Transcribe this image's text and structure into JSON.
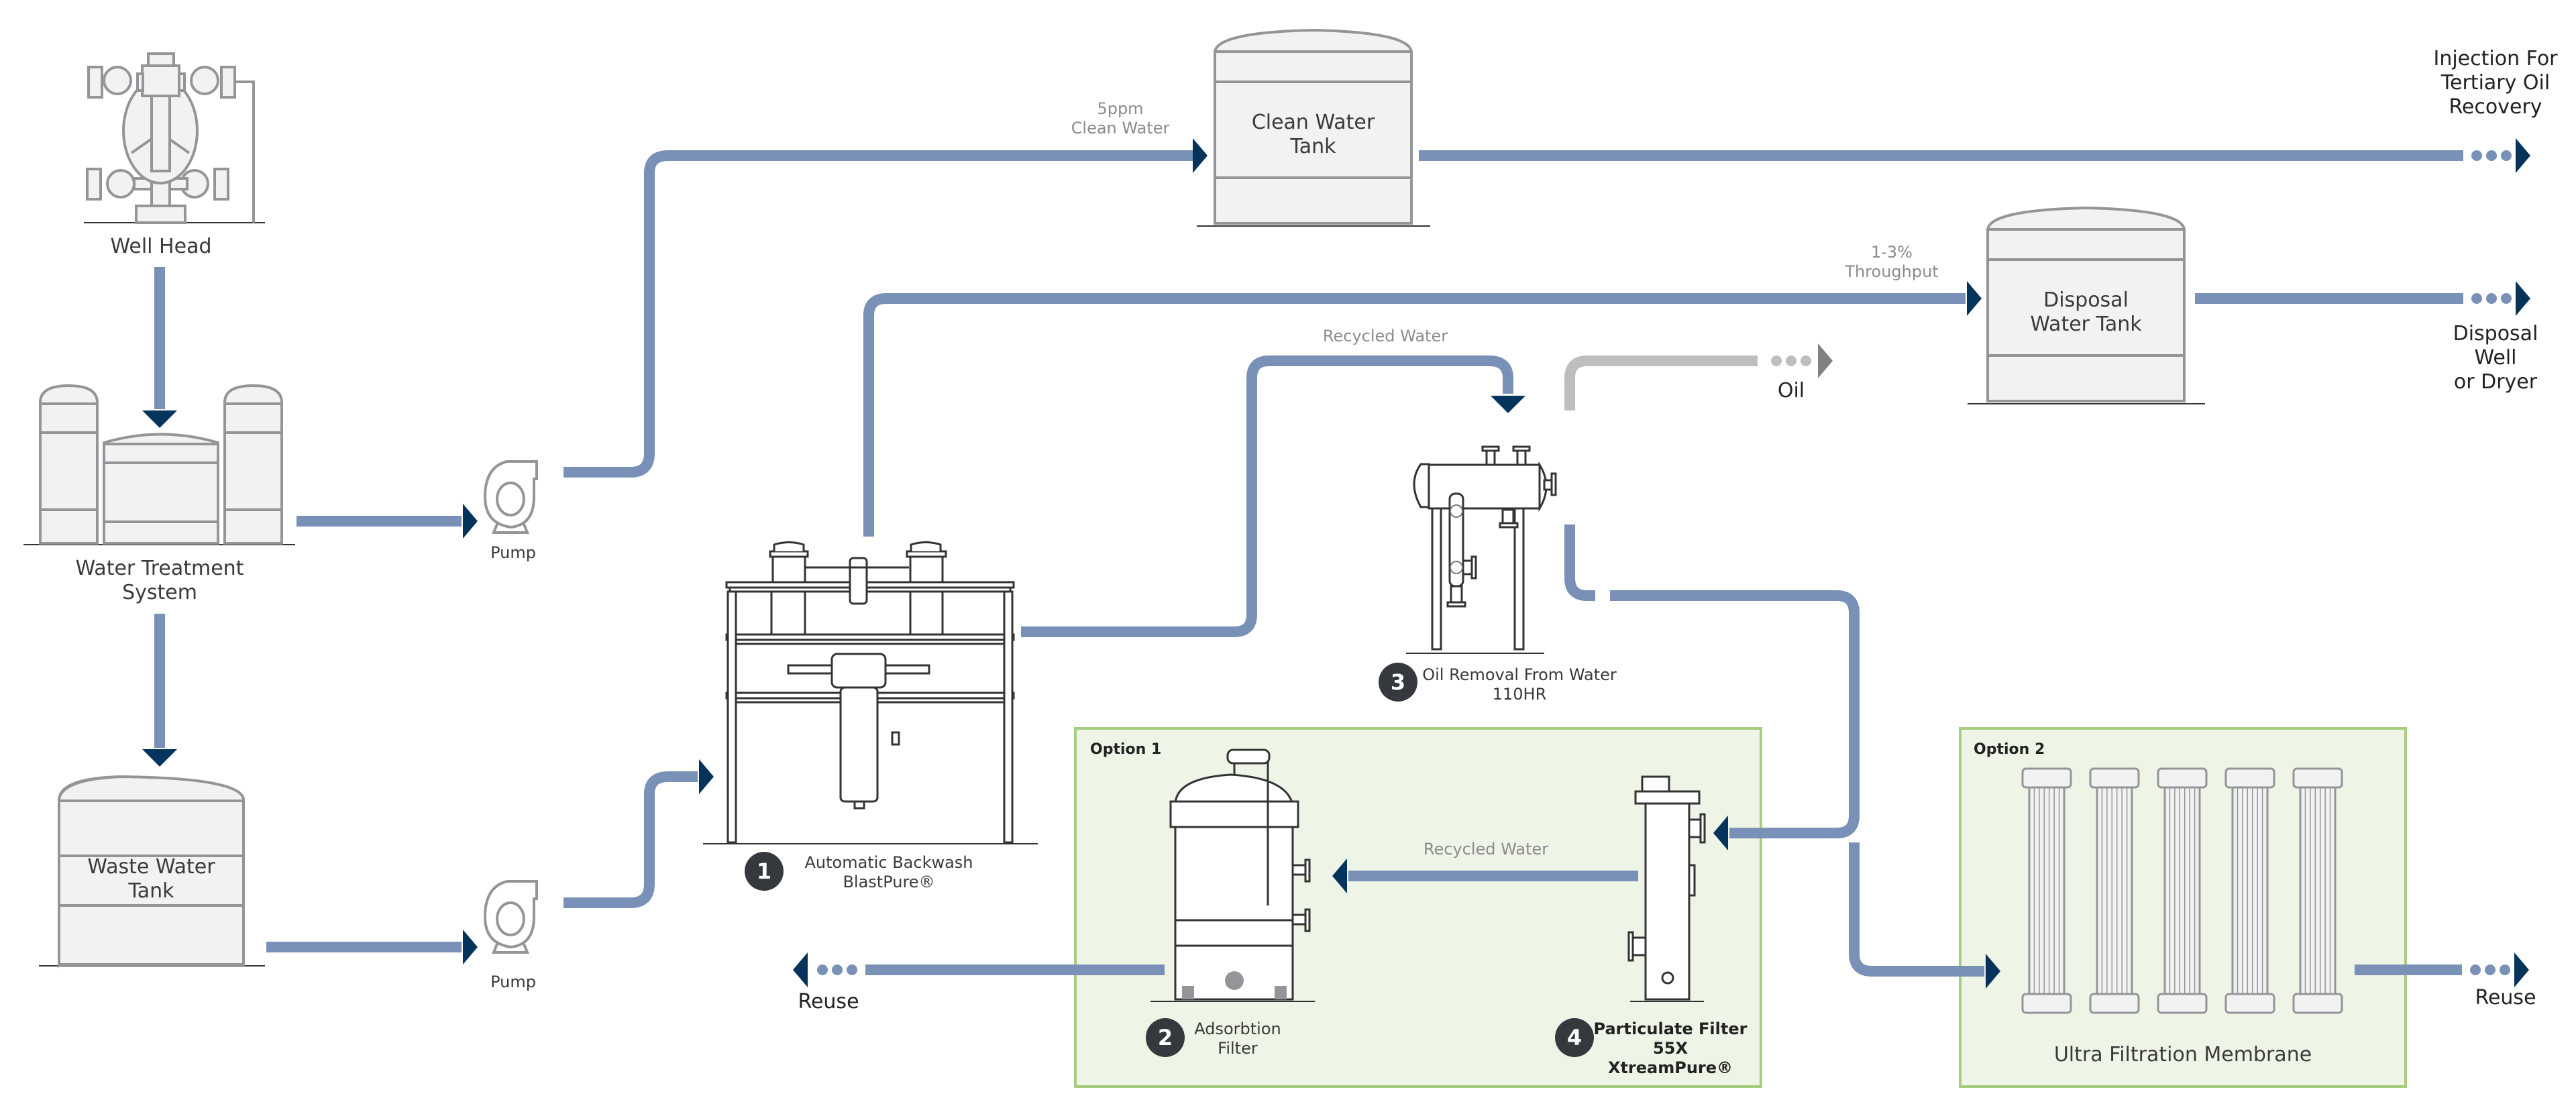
{
  "colors": {
    "pipe": "#7991b6",
    "arrow": "#04335c",
    "oil_pipe": "#bdbec0",
    "oil_arrow": "#808184",
    "equipment_stroke": "#939598",
    "equipment_fill": "#f2f2f2",
    "option_fill": "#eef4e6",
    "option_border": "#a6cd7d",
    "badge": "#35393d"
  },
  "equipment": {
    "well_head": {
      "label": "Well Head",
      "icon": "wellhead-icon"
    },
    "water_treatment": {
      "label_line1": "Water Treatment",
      "label_line2": "System",
      "icon": "treatment-tanks-icon"
    },
    "waste_water_tank": {
      "label_line1": "Waste Water",
      "label_line2": "Tank",
      "icon": "tank-icon"
    },
    "pump_upper": {
      "label": "Pump",
      "icon": "pump-icon"
    },
    "pump_lower": {
      "label": "Pump",
      "icon": "pump-icon"
    },
    "clean_water_tank": {
      "label_line1": "Clean Water",
      "label_line2": "Tank",
      "icon": "tank-icon"
    },
    "disposal_water_tank": {
      "label_line1": "Disposal",
      "label_line2": "Water Tank",
      "icon": "tank-icon"
    },
    "backwash": {
      "number": "1",
      "label_line1": "Automatic Backwash",
      "label_line2": "BlastPure®",
      "icon": "backwash-skid-icon"
    },
    "adsorption_filter": {
      "number": "2",
      "label_line1": "Adsorbtion",
      "label_line2": "Filter",
      "icon": "vessel-filter-icon"
    },
    "oil_removal": {
      "number": "3",
      "label_line1": "Oil Removal From Water",
      "label_line2": "110HR",
      "icon": "separator-icon"
    },
    "particulate_filter": {
      "number": "4",
      "label_line1": "Particulate Filter",
      "label_line2": "55X XtreamPure®",
      "icon": "column-filter-icon"
    },
    "ultra_filtration": {
      "label": "Ultra Filtration Membrane",
      "module_count": 5,
      "icon": "membrane-module-icon"
    }
  },
  "options": {
    "option1": {
      "label": "Option 1"
    },
    "option2": {
      "label": "Option 2"
    }
  },
  "flow_labels": {
    "clean_water_line1": "5ppm",
    "clean_water_line2": "Clean Water",
    "throughput_line1": "1-3%",
    "throughput_line2": "Throughput",
    "recycled_water_top": "Recycled Water",
    "recycled_water_option1": "Recycled Water",
    "oil": "Oil"
  },
  "destinations": {
    "injection_line1": "Injection For",
    "injection_line2": "Tertiary Oil",
    "injection_line3": "Recovery",
    "disposal_line1": "Disposal",
    "disposal_line2": "Well",
    "disposal_line3": "or Dryer",
    "reuse_left": "Reuse",
    "reuse_right": "Reuse"
  }
}
